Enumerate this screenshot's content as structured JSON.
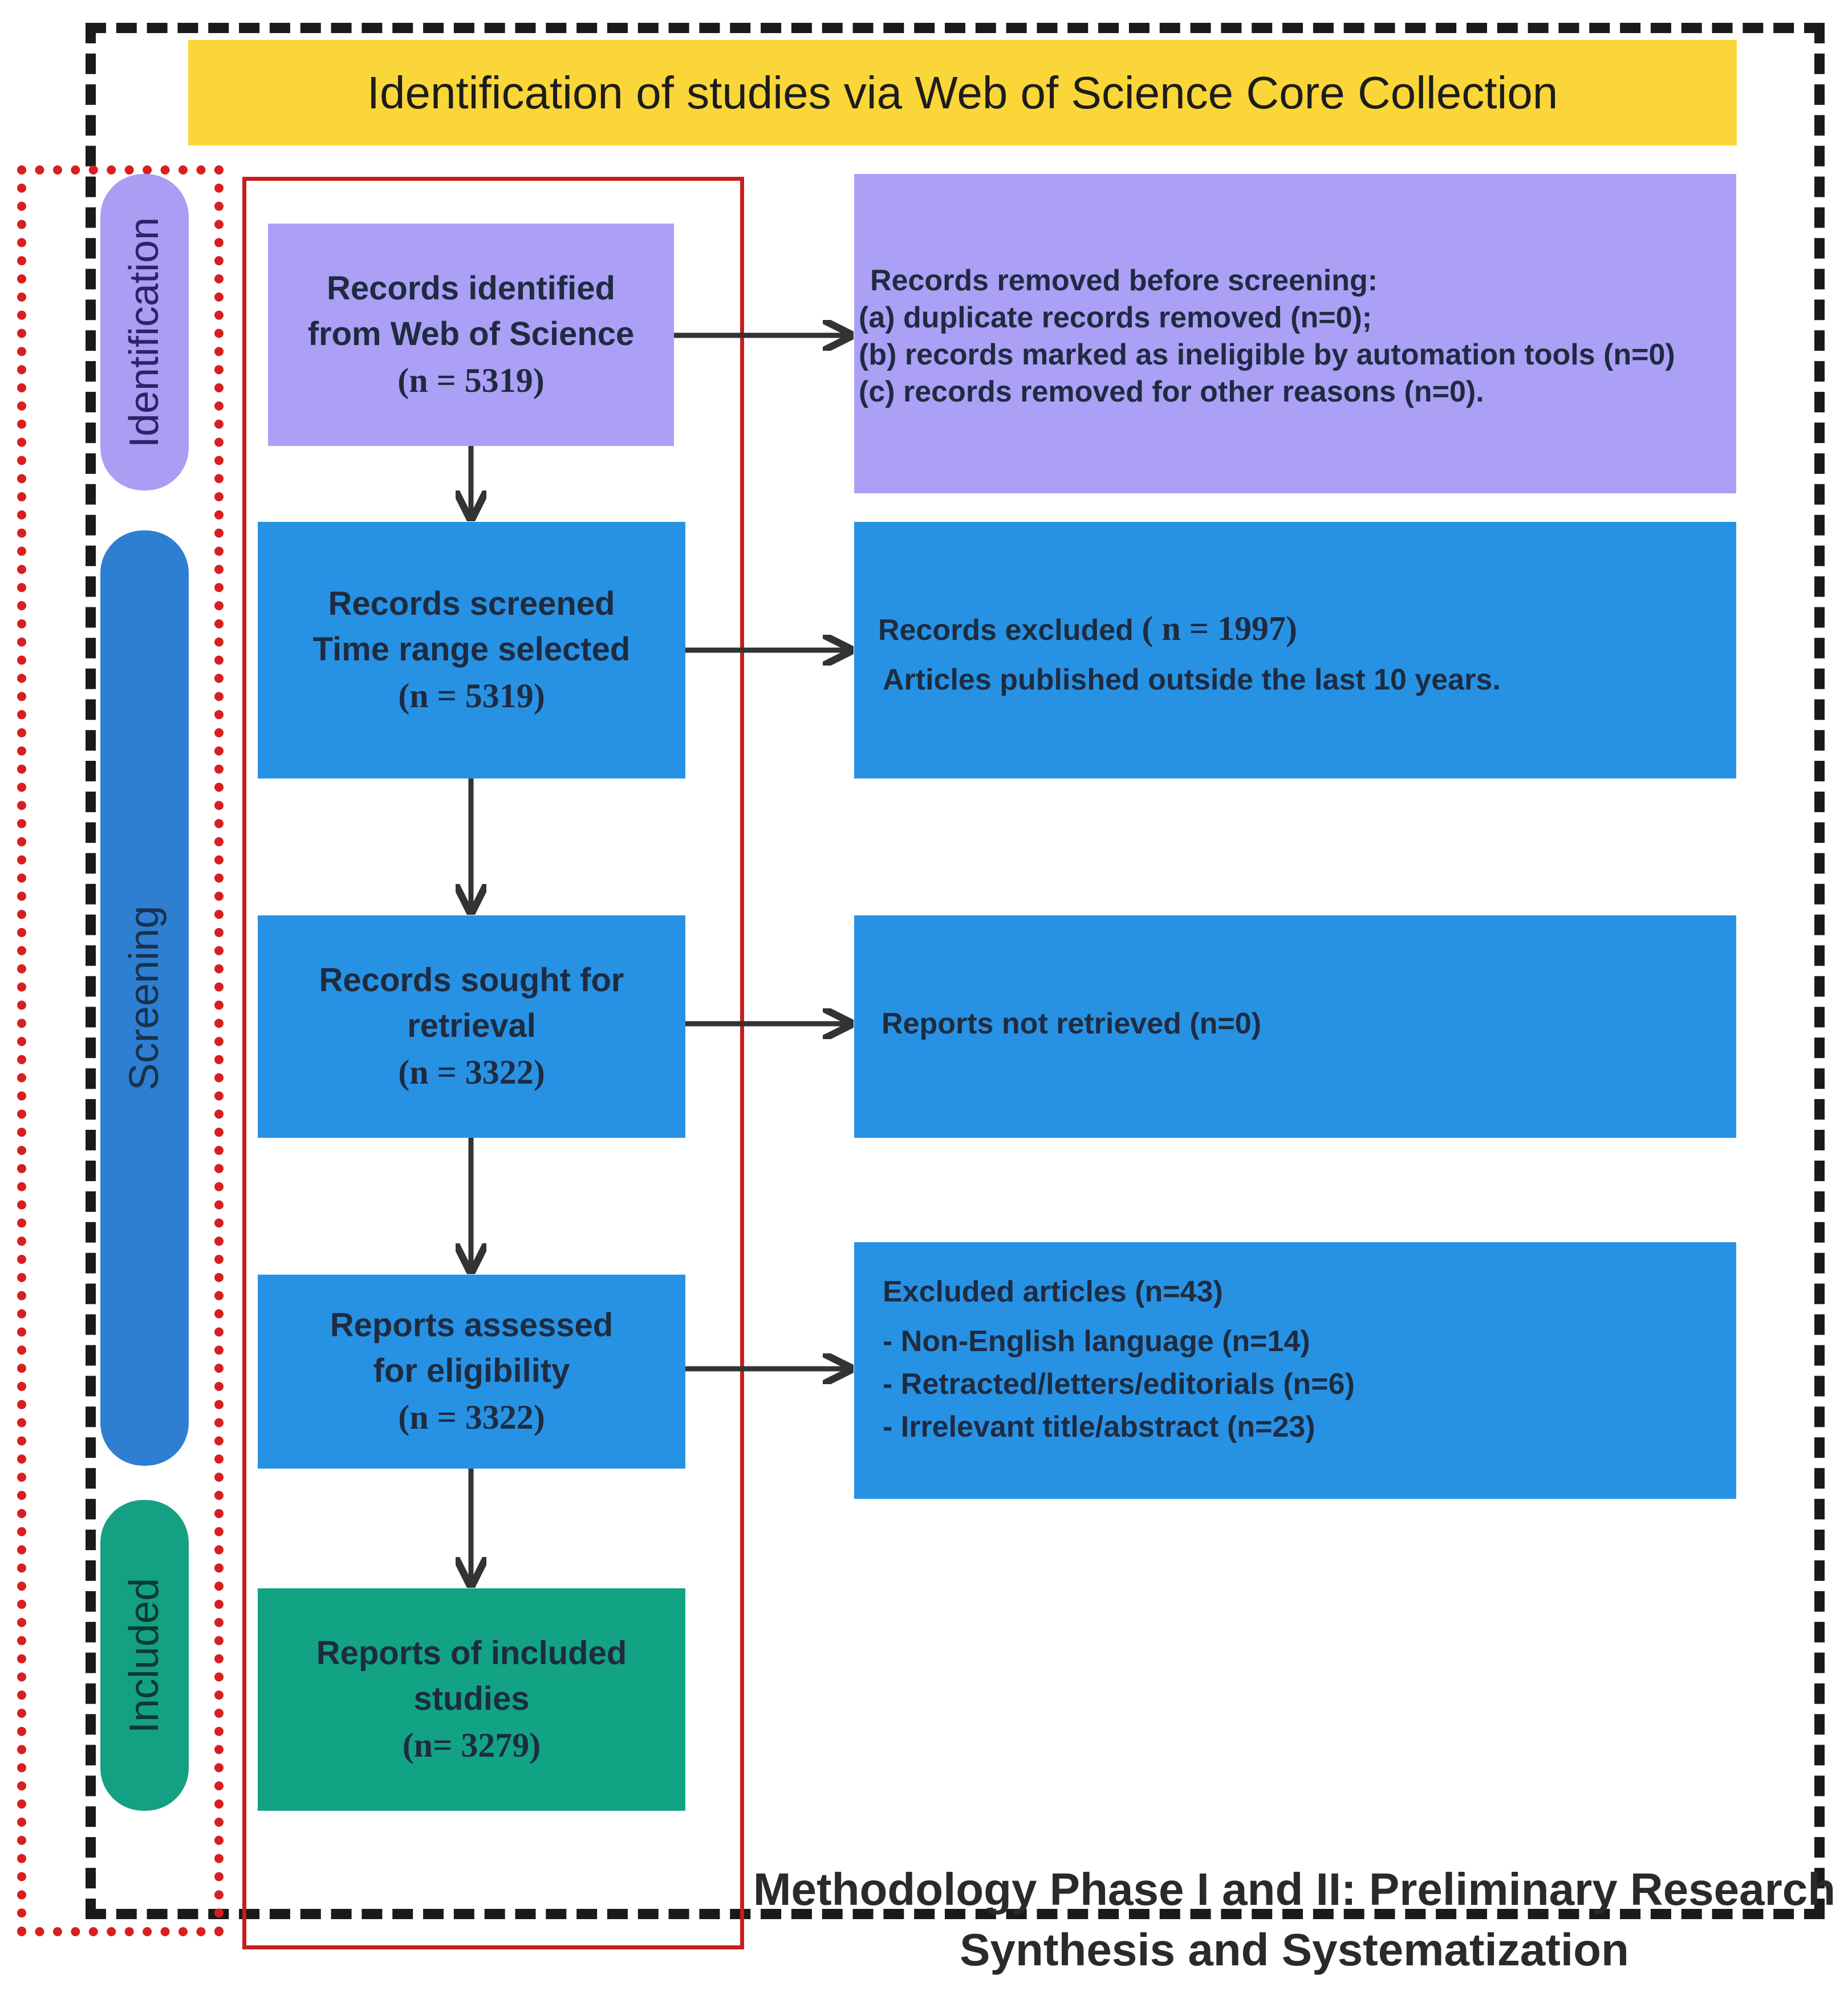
{
  "header": {
    "title": "Identification of studies via Web of Science Core Collection"
  },
  "stages": {
    "identification": "Identification",
    "screening": "Screening",
    "included": "Included"
  },
  "flow": {
    "identified": {
      "line1": "Records identified",
      "line2": "from Web of Science",
      "count": "(n = 5319)"
    },
    "screened": {
      "line1": "Records screened",
      "line2": "Time range selected",
      "count": "(n = 5319)"
    },
    "sought": {
      "line1": "Records sought for",
      "line2": "retrieval",
      "count": "(n = 3322)"
    },
    "assessed": {
      "line1": "Reports assessed",
      "line2": "for eligibility",
      "count": "(n = 3322)"
    },
    "included": {
      "line1": "Reports of included",
      "line2": "studies",
      "count": "(n= 3279)"
    }
  },
  "side": {
    "removed": {
      "lines": [
        "Records removed before screening:",
        "(a) duplicate records removed  (n=0);",
        "(b) records marked as ineligible by automation tools (n=0)",
        "(c) records removed for other reasons (n=0)."
      ]
    },
    "excluded": {
      "label": "Records excluded",
      "count": "( n = 1997)",
      "detail": "Articles published outside the last 10 years."
    },
    "not_retrieved": {
      "text": "Reports not retrieved (n=0)"
    },
    "excluded_articles": {
      "heading": "Excluded articles (n=43)",
      "items": [
        "- Non-English language (n=14)",
        "- Retracted/letters/editorials (n=6)",
        "- Irrelevant title/abstract (n=23)"
      ]
    }
  },
  "footer": {
    "line1": "Methodology Phase I and II: Preliminary Research",
    "line2": "Synthesis and Systematization"
  },
  "colors": {
    "header": "#fbd638",
    "identification": "#ab9ff6",
    "screening": "#2792e4",
    "included": "#11a384",
    "red_frame": "#c81e1e",
    "dashed_frame": "#1a1a1a"
  }
}
